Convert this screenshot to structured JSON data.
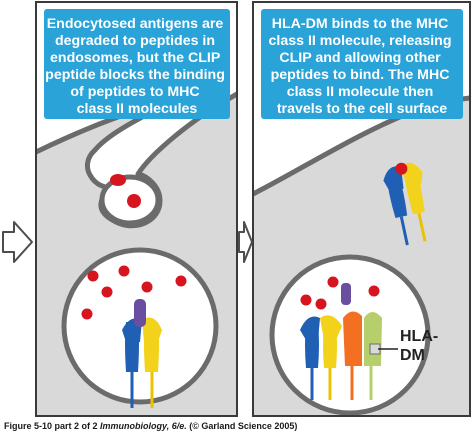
{
  "panels": [
    {
      "id": "left",
      "text_lines": [
        "Endocytosed antigens are",
        "degraded to peptides in",
        "endosomes, but the CLIP",
        "peptide blocks the binding",
        "of peptides to MHC",
        "class II molecules"
      ]
    },
    {
      "id": "right",
      "text_lines": [
        "HLA-DM binds to the MHC",
        "class II molecule, releasing",
        "CLIP and allowing other",
        "peptides to bind. The MHC",
        "class II molecule then",
        "travels to the cell surface"
      ],
      "label_lines": [
        "HLA-",
        "DM"
      ]
    }
  ],
  "caption": {
    "figure": "Figure 5-10 part 2 of 2",
    "book": "Immunobiology, 6/e.",
    "credit": "(© Garland Science 2005)"
  },
  "colors": {
    "text_box_fill": "#2aa3d9",
    "text_box_text": "#ffffff",
    "cell_fill": "#d9d9d9",
    "membrane": "#6b6b6b",
    "vesicle_fill": "#ffffff",
    "peptide_red": "#d7151f",
    "mhc_blue": "#1f5fb4",
    "mhc_yellow": "#f2d21a",
    "clip_purple": "#6a4ea0",
    "dm_orange": "#f36f21",
    "dm_green": "#b7cf6a",
    "tail_blue": "#1f5fb4",
    "tail_yellow": "#e8c400",
    "arrow_fill": "#ffffff",
    "arrow_stroke": "#4d4d4d"
  },
  "icons": [
    "process-arrow-icon",
    "process-arrow-icon"
  ]
}
